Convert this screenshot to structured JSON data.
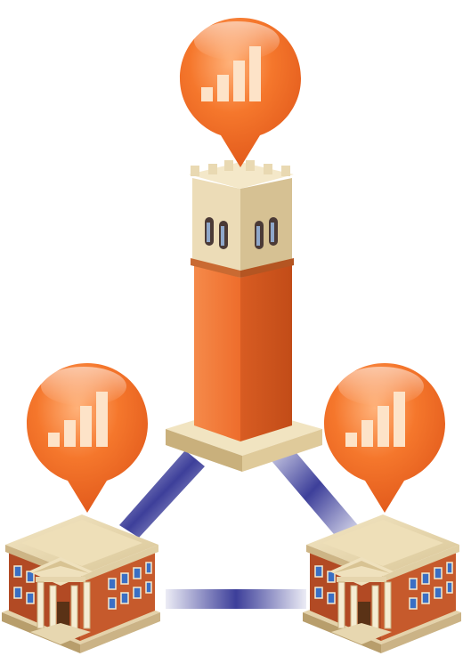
{
  "diagram": {
    "nodes": [
      {
        "id": "tower",
        "kind": "campus-bell-tower",
        "signal_bars": 4
      },
      {
        "id": "building-left",
        "kind": "school-building",
        "signal_bars": 4
      },
      {
        "id": "building-right",
        "kind": "school-building",
        "signal_bars": 4
      }
    ],
    "links": [
      {
        "from": "tower",
        "to": "building-left"
      },
      {
        "from": "tower",
        "to": "building-right"
      },
      {
        "from": "building-left",
        "to": "building-right"
      }
    ],
    "colors": {
      "pin_orange": "#f26a21",
      "pin_highlight": "#ffb27a",
      "bar_cream": "#fde3c8",
      "tower_orange": "#ee6d2c",
      "tower_shadow": "#c9521a",
      "stone_beige": "#eadcbc",
      "link_navy": "#3d3f9a",
      "brick": "#b24a24",
      "window_blue": "#3a6fc4"
    }
  }
}
